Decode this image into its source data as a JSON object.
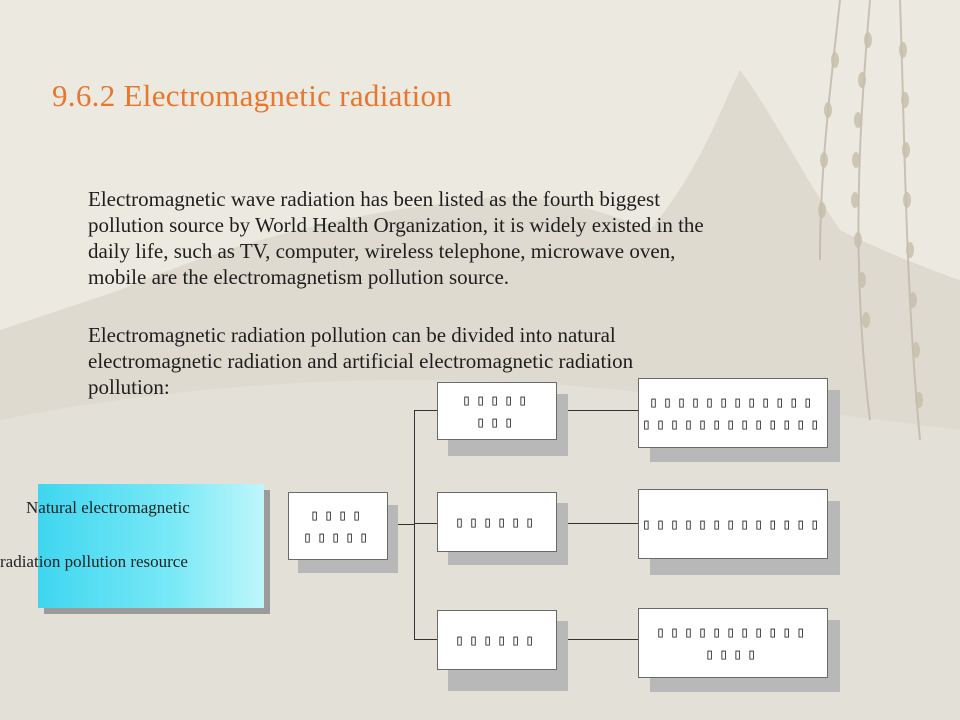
{
  "slide": {
    "title": "9.6.2  Electromagnetic  radiation",
    "paragraph1": [
      "Electromagnetic wave radiation has been listed as the fourth biggest",
      "pollution source by World Health Organization, it is widely existed in the",
      "daily life, such as TV, computer, wireless telephone, microwave oven,",
      "mobile are the electromagnetism pollution source."
    ],
    "paragraph2": [
      "Electromagnetic radiation pollution can be divided into natural",
      "electromagnetic radiation and artificial electromagnetic radiation",
      "pollution:"
    ]
  },
  "diagram": {
    "left_label_line1": "Natural electromagnetic",
    "left_label_line2": "radiation pollution resource",
    "root_box": [
      "▯▯▯▯",
      "▯▯▯▯▯"
    ],
    "mid_boxes": [
      [
        "▯▯▯▯▯",
        "▯▯▯"
      ],
      [
        "▯▯▯▯▯▯"
      ],
      [
        "▯▯▯▯▯▯"
      ]
    ],
    "right_boxes": [
      [
        "▯▯▯▯▯▯▯▯▯▯▯▯",
        "▯▯▯▯▯▯▯▯▯▯▯▯▯"
      ],
      [
        "▯▯▯▯▯▯▯▯▯▯▯▯▯"
      ],
      [
        "▯▯▯▯▯▯▯▯▯▯▯",
        "▯▯▯▯"
      ]
    ]
  }
}
